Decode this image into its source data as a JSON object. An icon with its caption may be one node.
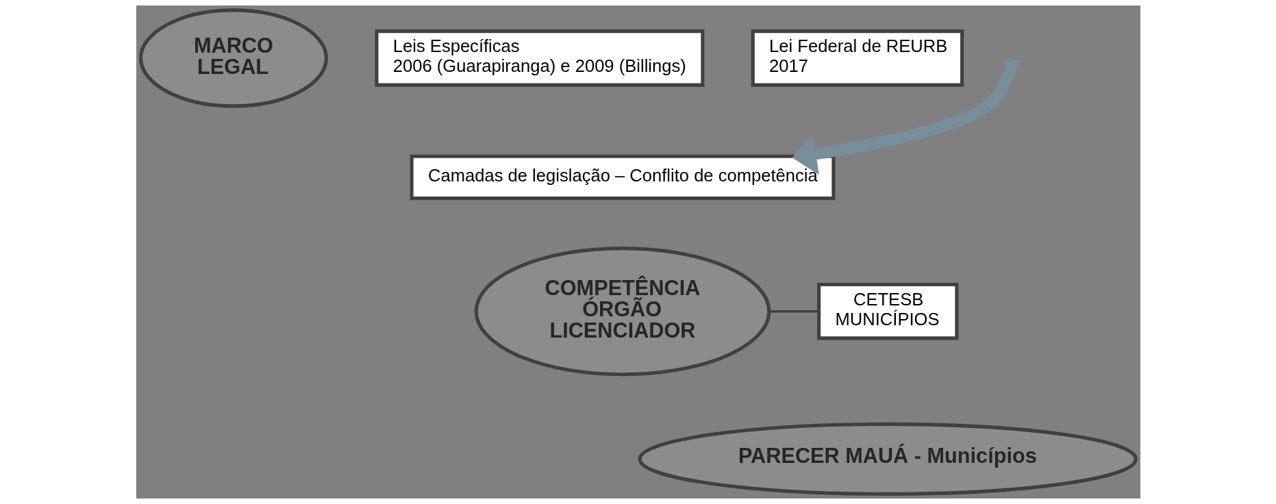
{
  "diagram": {
    "nodes": [
      {
        "text": [
          "MARCO LEGAL"
        ]
      },
      {
        "text": [
          "Leis Específicas",
          "2006 (Guarapiranga) e 2009 (Billings)"
        ]
      },
      {
        "text": [
          "Lei Federal de REURB",
          "2017"
        ]
      },
      {
        "text": [
          "Camadas de legislação – Conflito de competência"
        ]
      },
      {
        "text": [
          "COMPETÊNCIA ÓRGÃO LICENCIADOR"
        ]
      },
      {
        "text": [
          "CETESB MUNICÍPIOS"
        ]
      },
      {
        "text": [
          "PARECER MAUÁ - Municípios"
        ]
      }
    ],
    "edges": [
      {
        "from": null,
        "to": 3,
        "arrow": "to",
        "style": "thick",
        "color": "#778f9b"
      },
      {
        "from": 4,
        "to": 5,
        "arrow": "none",
        "color": "#404040"
      }
    ]
  }
}
